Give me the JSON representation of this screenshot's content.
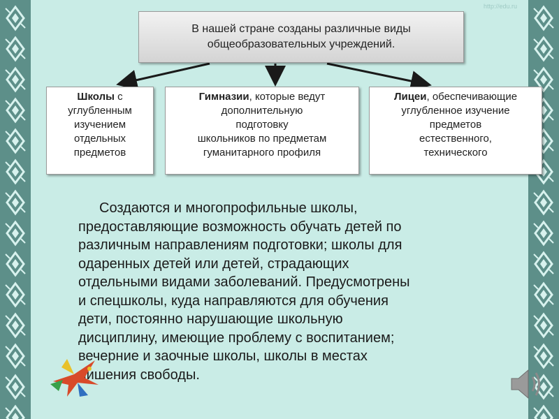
{
  "watermark": "http://edu.ru",
  "top_box": {
    "line1": "В нашей стране созданы различные виды",
    "line2": "общеобразовательных учреждений."
  },
  "boxes": [
    {
      "bold": "Школы",
      "lines": [
        " с",
        "углубленным",
        "изучением",
        "отдельных",
        "предметов"
      ]
    },
    {
      "bold": "Гимназии",
      "lines": [
        ", которые ведут",
        "дополнительную",
        "подготовку",
        "школьников по предметам",
        "гуманитарного профиля"
      ]
    },
    {
      "bold": "Лицеи",
      "lines": [
        ", обеспечивающие",
        "углубленное изучение",
        "предметов",
        "естественного,",
        "технического"
      ]
    }
  ],
  "paragraph_lines": [
    "Создаются и многопрофильные школы,",
    "предоставляющие возможность обучать детей  по",
    "различным направлениям подготовки; школы для",
    "одаренных детей или детей, страдающих",
    "отдельными видами заболеваний. Предусмотрены",
    "и спецшколы, куда направляются для обучения",
    "дети, постоянно нарушающие школьную",
    "дисциплину, имеющие проблему с воспитанием;",
    "вечерние и заочные школы, школы в местах",
    "лишения свободы."
  ],
  "colors": {
    "background": "#c9ece6",
    "border_band": "#5d8f89",
    "ornament": "#d8f2ee"
  },
  "icons": [
    "ornament-icon",
    "bird-icon",
    "speaker-icon"
  ]
}
